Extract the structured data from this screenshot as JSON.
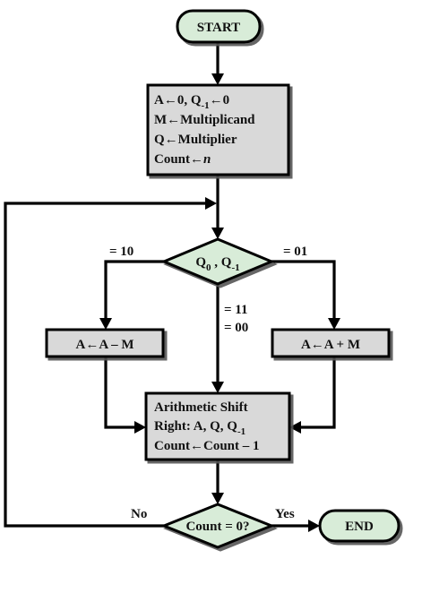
{
  "colors": {
    "terminal_fill": "#d8ecd8",
    "process_fill": "#d9d9d9",
    "decision_fill": "#d8ecd8",
    "stroke": "#000000",
    "text": "#111111"
  },
  "nodes": {
    "start": {
      "label": "START"
    },
    "init": {
      "lines": [
        "A←0, Q",
        "M←Multiplicand",
        "Q←Multiplier",
        "Count←"
      ],
      "line1_sub": "-1",
      "line1_tail": "←0",
      "count_var": "n"
    },
    "decision_q": {
      "q0": "Q",
      "q0_sub": "0",
      "sep": " , ",
      "q1": "Q",
      "q1_sub": "-1"
    },
    "subtract": {
      "label": "A←A – M"
    },
    "add": {
      "label": "A←A + M"
    },
    "shift": {
      "line1": "Arithmetic Shift",
      "line2": "Right: A, Q, Q",
      "line2_sub": "-1",
      "line3": "Count←Count – 1"
    },
    "decision_count": {
      "label": "Count = 0?"
    },
    "end": {
      "label": "END"
    }
  },
  "branch_labels": {
    "eq10": "= 10",
    "eq01": "= 01",
    "eq11": "= 11",
    "eq00": "= 00",
    "no": "No",
    "yes": "Yes"
  }
}
